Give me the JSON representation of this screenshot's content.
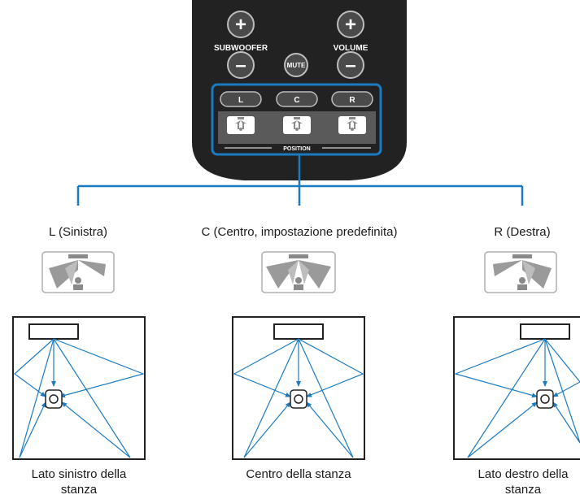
{
  "colors": {
    "accent_blue": "#1a7bc1",
    "remote_body": "#222222",
    "icon_gray": "#9a9a9a"
  },
  "remote": {
    "subwoofer_label": "SUBWOOFER",
    "volume_label": "VOLUME",
    "mute_label": "MUTE",
    "plus_glyph": "+",
    "minus_glyph": "–",
    "position_label": "POSITION",
    "position_buttons": [
      "L",
      "C",
      "R"
    ]
  },
  "options": [
    {
      "title": "L (Sinistra)",
      "caption_line1": "Lato sinistro della",
      "caption_line2": "stanza"
    },
    {
      "title": "C (Centro, impostazione predefinita)",
      "caption_line1": "Centro della stanza",
      "caption_line2": ""
    },
    {
      "title": "R (Destra)",
      "caption_line1": "Lato destro della",
      "caption_line2": "stanza"
    }
  ]
}
